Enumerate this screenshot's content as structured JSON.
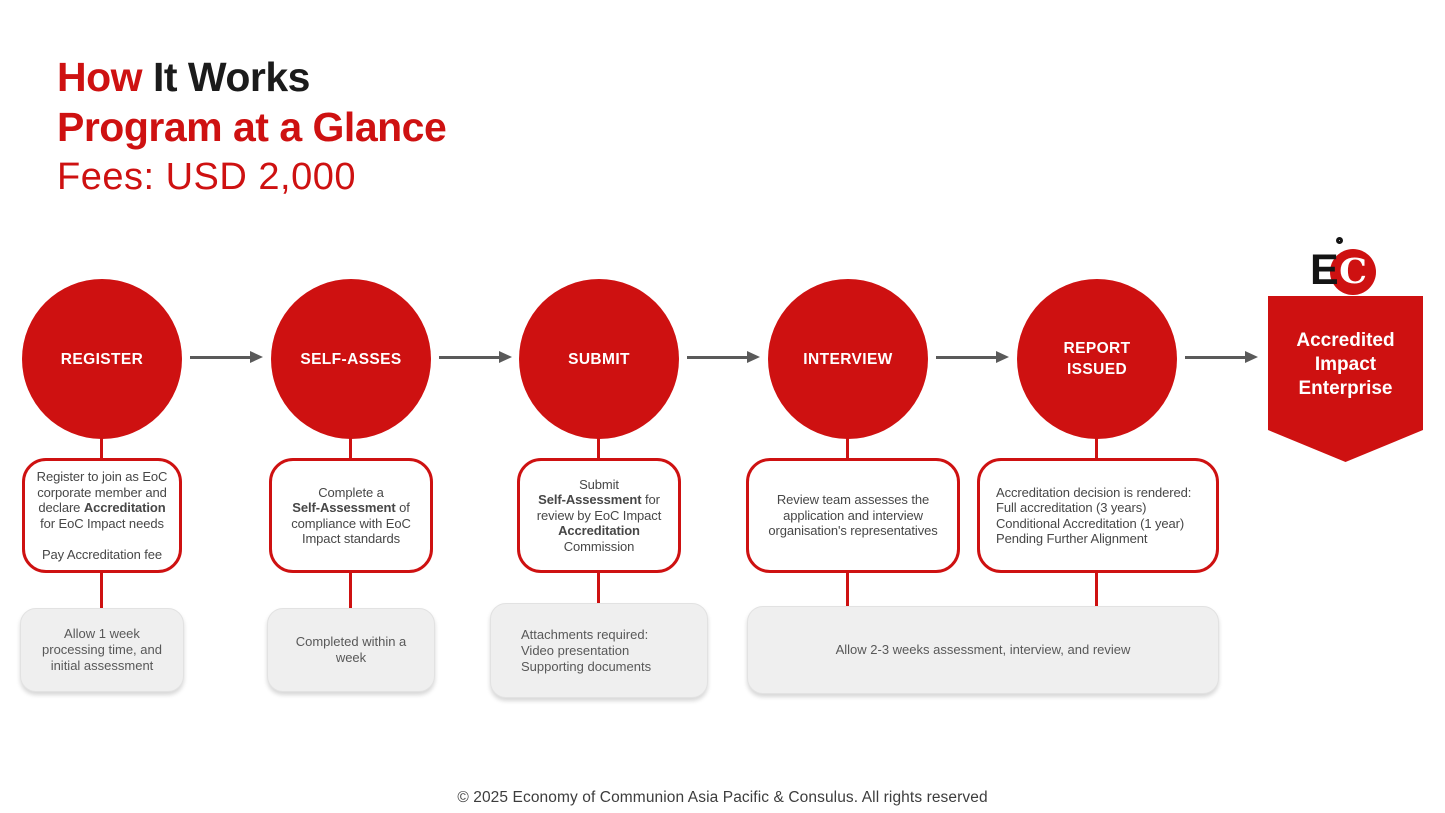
{
  "title": {
    "line1_highlight": "How",
    "line1_rest": " It Works",
    "line2": "Program at a Glance",
    "line3": "Fees: USD 2,000"
  },
  "colors": {
    "accent_red": "#CE1111",
    "arrow_gray": "#5a5a5a",
    "detail_text": "#474747",
    "note_background": "#efefef"
  },
  "steps": [
    {
      "label": "REGISTER",
      "detail": [
        {
          "t": "Register to join as EoC\ncorporate member and\ndeclare ",
          "b": false
        },
        {
          "t": "Accreditation",
          "b": true
        },
        {
          "t": "\nfor EoC Impact needs\n\nPay Accreditation fee",
          "b": false
        }
      ],
      "note": "Allow 1 week\nprocessing time, and\ninitial assessment"
    },
    {
      "label": "SELF-ASSES",
      "detail": [
        {
          "t": "Complete a\n",
          "b": false
        },
        {
          "t": "Self-Assessment",
          "b": true
        },
        {
          "t": " of\ncompliance with EoC\nImpact standards",
          "b": false
        }
      ],
      "note": "Completed within a\nweek"
    },
    {
      "label": "SUBMIT",
      "detail": [
        {
          "t": "Submit\n",
          "b": false
        },
        {
          "t": "Self-Assessment",
          "b": true
        },
        {
          "t": " for\nreview by EoC Impact\n",
          "b": false
        },
        {
          "t": "Accreditation",
          "b": true
        },
        {
          "t": "\nCommission",
          "b": false
        }
      ],
      "note": "Attachments required:\nVideo presentation\nSupporting documents"
    },
    {
      "label": "INTERVIEW",
      "detail": [
        {
          "t": "Review team assesses the\napplication and interview\norganisation's representatives",
          "b": false
        }
      ]
    },
    {
      "label": "REPORT\nISSUED",
      "detail": [
        {
          "t": "Accreditation decision is rendered:\nFull accreditation (3 years)\nConditional Accreditation (1 year)\nPending Further Alignment",
          "b": false
        }
      ]
    }
  ],
  "shared_note": "Allow 2-3 weeks assessment, interview, and review",
  "badge": {
    "label": "Accredited\nImpact\nEnterprise",
    "logo_e": "E",
    "logo_c": "C"
  },
  "footer": "© 2025 Economy of Communion Asia Pacific & Consulus. All rights reserved"
}
